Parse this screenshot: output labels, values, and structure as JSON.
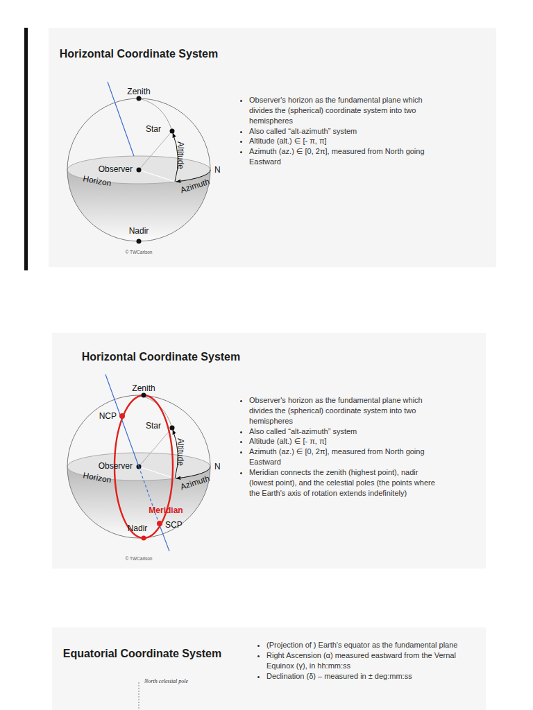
{
  "diagram": {
    "nodes": [
      {
        "text": [
          "Horizontal Coordinate System",
          "Observer's horizon as the fundamental plane which divides the (spherical) coordinate system into two hemispheres",
          "Also called “alt-azimuth” system",
          "Altitude (alt.) ∈ [- π, π]",
          "Azimuth (az.) ∈ [0, 2π], measured from North going Eastward"
        ]
      },
      {
        "text": [
          "Horizontal Coordinate System",
          "Observer's horizon as the fundamental plane which divides the (spherical) coordinate system into two hemispheres",
          "Also called “alt-azimuth” system",
          "Altitude (alt.) ∈ [- π, π]",
          "Azimuth (az.) ∈ [0, 2π], measured from North going Eastward",
          "Meridian connects the zenith (highest point), nadir (lowest point), and the celestial poles (the points where the Earth's axis of rotation extends indefinitely)"
        ]
      },
      {
        "text": [
          "Equatorial Coordinate System",
          "(Projection of ) Earth's equator as the fundamental plane",
          "Right Ascension (α) measured eastward from the Vernal Equinox (γ), in hh:mm:ss",
          "Declination (δ) – measured in ± deg:mm:ss"
        ]
      }
    ],
    "labels": [
      "Zenith",
      "Star",
      "Altitude",
      "Observer",
      "N",
      "Horizon",
      "Azimuth",
      "Nadir",
      "© TWCarlson",
      "Zenith",
      "NCP",
      "Star",
      "Altitude",
      "Observer",
      "N",
      "Horizon",
      "Azimuth",
      "Meridian",
      "SCP",
      "Nadir",
      "© TWCarlson",
      "North celestial pole"
    ]
  }
}
